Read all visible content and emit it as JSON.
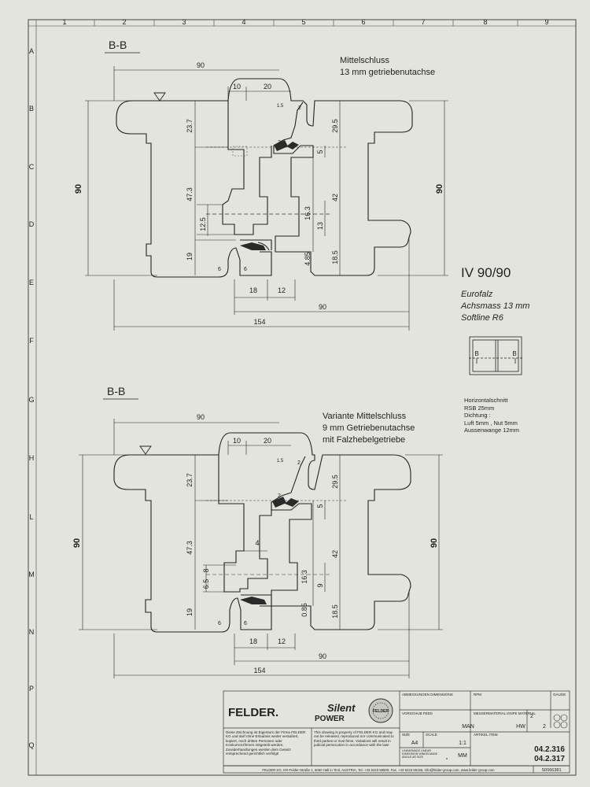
{
  "grid": {
    "columns": [
      "1",
      "2",
      "3",
      "4",
      "5",
      "6",
      "7",
      "8",
      "9"
    ],
    "rows": [
      "A",
      "B",
      "C",
      "D",
      "E",
      "F",
      "G",
      "H",
      "L",
      "M",
      "N",
      "P",
      "Q"
    ]
  },
  "section1": {
    "label": "B-B",
    "title_line1": "Mittelschluss",
    "title_line2": "13 mm getriebenutachse",
    "dims": {
      "top_90": "90",
      "d10": "10",
      "d20": "20",
      "d1_5": "1.5",
      "d2a": "2",
      "d2b": "2",
      "d23_7": "23.7",
      "d47_3": "47.3",
      "d12_5": "12.5",
      "d19": "19",
      "d29_5": "29.5",
      "d5": "5",
      "d42": "42",
      "d16_3": "16.3",
      "d13": "13",
      "d4_85": "4.85",
      "d18_5": "18.5",
      "left_90": "90",
      "right_90": "90",
      "d6a": "6",
      "d6b": "6",
      "d18": "18",
      "d12": "12",
      "bottom_90": "90",
      "d154": "154"
    }
  },
  "section2": {
    "label": "B-B",
    "title_line1": "Variante Mittelschluss",
    "title_line2": "9 mm Getriebenutachse",
    "title_line3": "mit Falzhebelgetriebe",
    "dims": {
      "top_90": "90",
      "d10": "10",
      "d20": "20",
      "d1_5": "1.5",
      "d2a": "2",
      "d2b": "2",
      "d23_7": "23.7",
      "d47_3": "47.3",
      "d4": "4",
      "d6_5": "6.5",
      "d8": "8",
      "d19": "19",
      "d29_5": "29.5",
      "d5": "5",
      "d42": "42",
      "d16_3": "16.3",
      "d9": "9",
      "d0_85": "0.85",
      "d18_5": "18.5",
      "left_90": "90",
      "right_90": "90",
      "d6a": "6",
      "d6b": "6",
      "d18": "18",
      "d12": "12",
      "bottom_90": "90",
      "d154": "154"
    }
  },
  "spec": {
    "model": "IV 90/90",
    "line1": "Eurofalz",
    "line2": "Achsmass 13 mm",
    "line3": "Softline R6",
    "window_label_left": "B",
    "window_label_right": "B",
    "notes": [
      "Horizontalschnitt",
      "RSB 25mm",
      "Dichtung :",
      "Luft 5mm , Nut 5mm",
      "Aussenwange 12mm"
    ]
  },
  "titleblock": {
    "brand": "FELDER.",
    "silent": "Silent",
    "power": "POWER",
    "seal": "FELDER",
    "copyright_de": "Diese Zeichnung ist Eigentum der Firma FELDER KG und darf ohne Erlaubnis weder veräußert, kopiert, noch dritten Personen oder Konkurrenzfirmen mitgeteilt werden. Zuwiderhandlungen werden dem Gesetz entsprechend gerichtlich verfolgt!",
    "copyright_en": "This drawing is property of FELDER KG and may not be released, reproduced nor communicated to third parties or rival firms. Violations will result in judicial persecution in accordance with the law!",
    "lbl_dimensions": "ABMESSUNGEN DIMENSIONS",
    "lbl_rpm": "RPM",
    "lbl_gauge": "GAUGE",
    "lbl_feed": "VORSCHUB FEED",
    "val_feed": "MAN",
    "lbl_knife": "MESSERMATERIAL KNIFE MATERIAL",
    "val_knife": "HW",
    "val_2": "2",
    "val_2b": "2",
    "lbl_size": "SIZE",
    "val_size": "A4",
    "lbl_scale": "SCALE",
    "val_scale": "1:1",
    "lbl_item": "ARTIKEL ITEM",
    "lbl_linear": "LINEARMAßE LINEAR DIMENSION WINKELMAßE ANGLE AR SIZE",
    "val_unit": "MM",
    "val_deg": "°",
    "code1": "04.2.316",
    "code2": "04.2.317",
    "footer": "FELDER KG, KR-Felder-Straße 1, 6060 Hall in Tirol, AUSTRIA, Tel. +43 5223 58500, Fax. +43 5223 56155, info@felder-group.com, www.felder-group.com",
    "doc_no": "S0066381"
  }
}
